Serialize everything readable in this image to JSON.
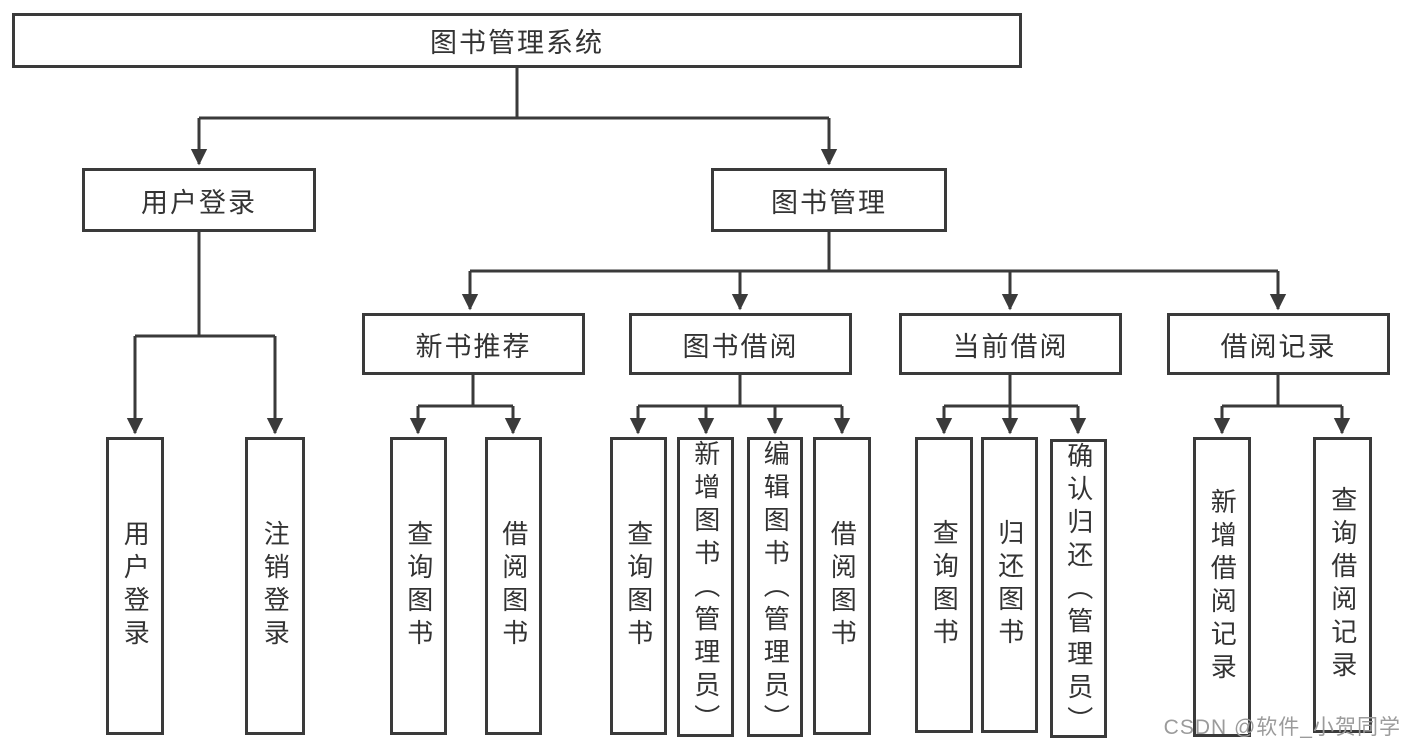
{
  "diagram": {
    "root": {
      "label": "图书管理系统"
    },
    "branches": [
      {
        "label": "用户登录",
        "children": [
          {
            "label": "用户登录"
          },
          {
            "label": "注销登录"
          }
        ]
      },
      {
        "label": "图书管理",
        "children": [
          {
            "label": "新书推荐",
            "children": [
              {
                "label": "查询图书"
              },
              {
                "label": "借阅图书"
              }
            ]
          },
          {
            "label": "图书借阅",
            "children": [
              {
                "label": "查询图书"
              },
              {
                "label": "新增图书（管理员）"
              },
              {
                "label": "编辑图书（管理员）"
              },
              {
                "label": "借阅图书"
              }
            ]
          },
          {
            "label": "当前借阅",
            "children": [
              {
                "label": "查询图书"
              },
              {
                "label": "归还图书"
              },
              {
                "label": "确认归还（管理员）"
              }
            ]
          },
          {
            "label": "借阅记录",
            "children": [
              {
                "label": "新增借阅记录"
              },
              {
                "label": "查询借阅记录"
              }
            ]
          }
        ]
      }
    ]
  },
  "watermark": {
    "text": "CSDN @软件_小贺同学"
  },
  "colors": {
    "line": "#3a3a3a",
    "text": "#333333",
    "background": "#ffffff",
    "watermark": "#9b9b9b"
  }
}
